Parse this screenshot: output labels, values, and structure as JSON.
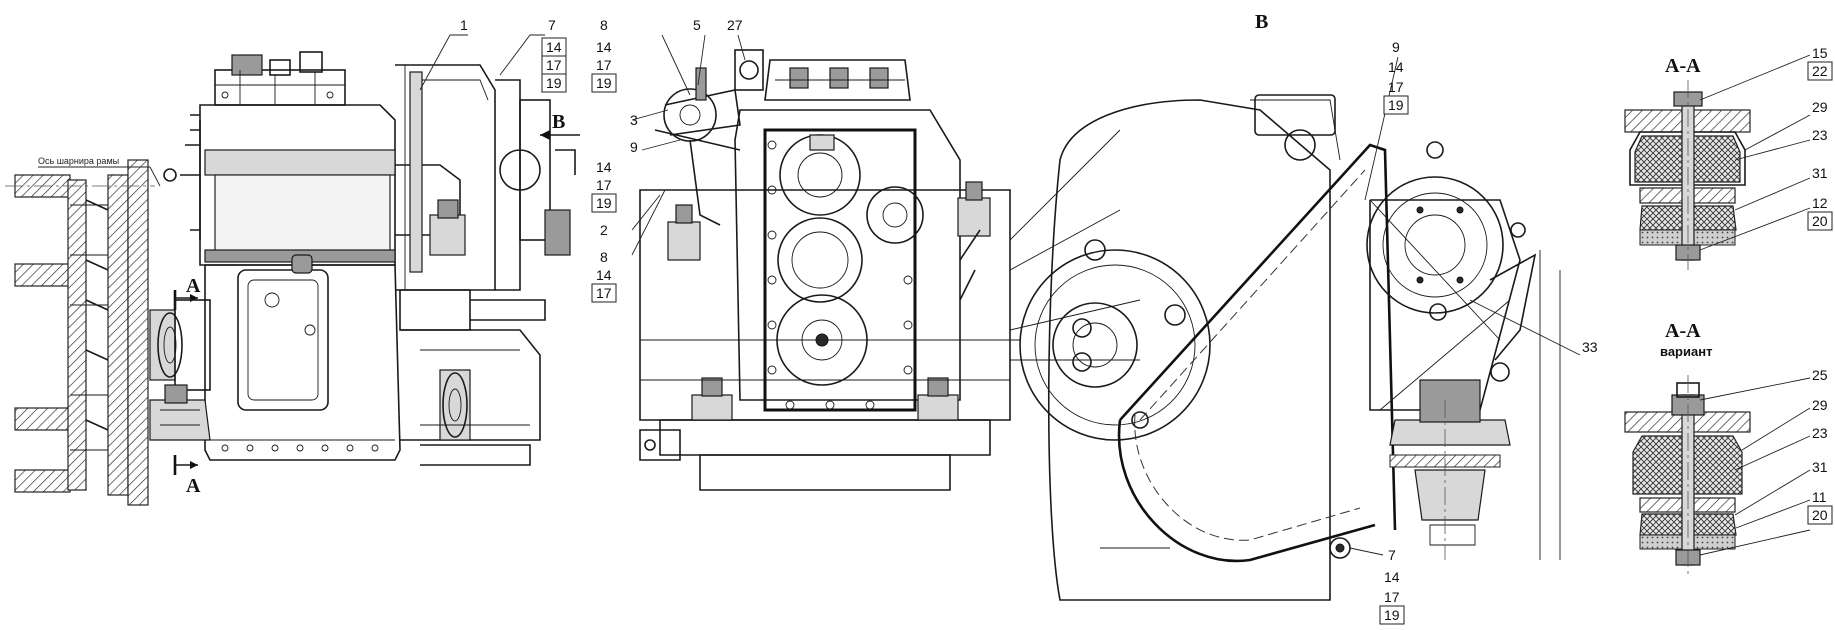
{
  "view_labels": {
    "view_b": "В",
    "arrow_b": "В",
    "section_a_top": "А",
    "section_a_bottom": "А",
    "section_aa_1": "А-А",
    "section_aa_2": "А-А",
    "variant": "вариант"
  },
  "notes": {
    "frame_axis": "Ось шарнира рамы"
  },
  "callouts": {
    "v1_c1": "1",
    "v1_c7": "7",
    "v1_c14": "14",
    "v1_c17": "17",
    "v1_c19": "19",
    "v2_c8a": "8",
    "v2_c14a": "14",
    "v2_c17a": "17",
    "v2_c19a": "19",
    "v2_c5": "5",
    "v2_c27": "27",
    "v2_c3": "3",
    "v2_c9": "9",
    "v2_c14b": "14",
    "v2_c17b": "17",
    "v2_c19b": "19",
    "v2_c2": "2",
    "v2_c8b": "8",
    "v2_c14c": "14",
    "v2_c17c": "17",
    "vb_c9": "9",
    "vb_c14a": "14",
    "vb_c17a": "17",
    "vb_c19a": "19",
    "vb_c33": "33",
    "vb_c7": "7",
    "vb_c14b": "14",
    "vb_c17b": "17",
    "vb_c19b": "19",
    "s1_c15": "15",
    "s1_c22": "22",
    "s1_c29": "29",
    "s1_c23": "23",
    "s1_c31": "31",
    "s1_c12": "12",
    "s1_c20": "20",
    "s2_c25": "25",
    "s2_c29": "29",
    "s2_c23": "23",
    "s2_c31": "31",
    "s2_c11": "11",
    "s2_c20": "20"
  }
}
